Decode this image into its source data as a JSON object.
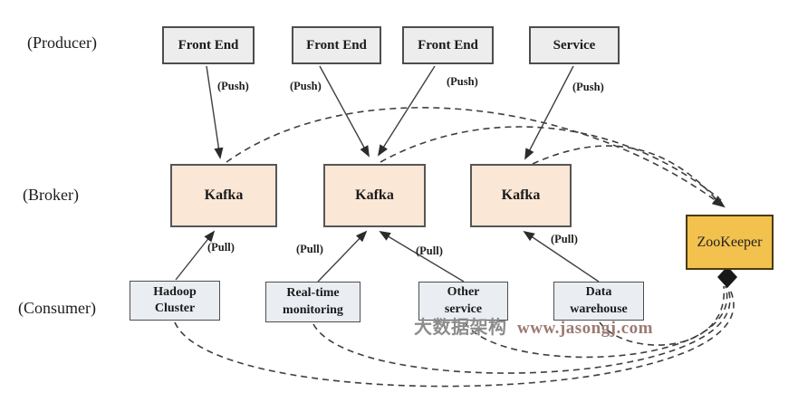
{
  "row_labels": {
    "producer": "(Producer)",
    "broker": "(Broker)",
    "consumer": "(Consumer)"
  },
  "producers": [
    {
      "label": "Front End"
    },
    {
      "label": "Front End"
    },
    {
      "label": "Front End"
    },
    {
      "label": "Service"
    }
  ],
  "brokers": [
    {
      "label": "Kafka"
    },
    {
      "label": "Kafka"
    },
    {
      "label": "Kafka"
    }
  ],
  "consumers": [
    {
      "label": "Hadoop Cluster",
      "line1": "Hadoop",
      "line2": "Cluster"
    },
    {
      "label": "Real-time monitoring",
      "line1": "Real-time",
      "line2": "monitoring"
    },
    {
      "label": "Other service",
      "line1": "Other",
      "line2": "service"
    },
    {
      "label": "Data warehouse",
      "line1": "Data",
      "line2": "warehouse"
    }
  ],
  "zookeeper": {
    "label": "ZooKeeper"
  },
  "push_labels": [
    "(Push)",
    "(Push)",
    "(Push)",
    "(Push)"
  ],
  "pull_labels": [
    "(Pull)",
    "(Pull)",
    "(Pull)",
    "(Pull)"
  ],
  "watermark": {
    "text_cn": "大数据架构",
    "url": "www.jasongj.com"
  },
  "colors": {
    "producer_fill": "#ededed",
    "broker_fill": "#fbe7d5",
    "consumer_fill": "#eaeef3",
    "zookeeper_fill": "#f2c14e",
    "zookeeper_border": "#4a3a10",
    "border": "#4d4d4d",
    "line": "#3f3f3f",
    "watermark_gray": "#8c8c8c",
    "watermark_red": "#9c7a72"
  }
}
